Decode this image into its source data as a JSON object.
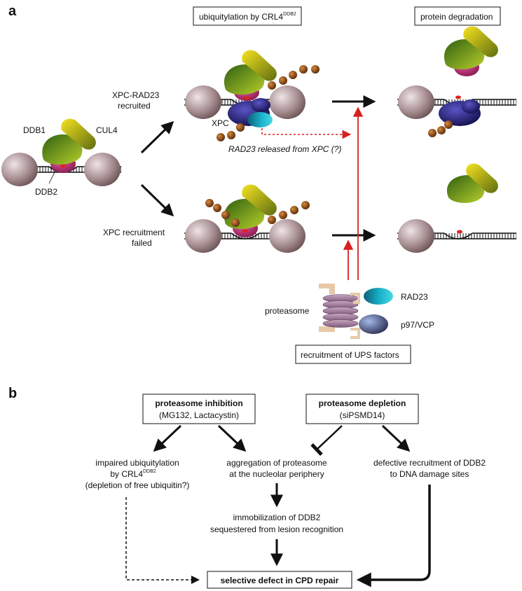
{
  "panel_a": {
    "letter": "a",
    "header_ubiquitylation": "ubiquitylation by CRL4",
    "header_ubiquitylation_sup": "DDB2",
    "header_degradation": "protein degradation",
    "label_ddb1": "DDB1",
    "label_cul4": "CUL4",
    "label_ddb2": "DDB2",
    "label_xpc_rad23_line1": "XPC-RAD23",
    "label_xpc_rad23_line2": "recruited",
    "label_xpc": "XPC",
    "label_rad23_released": "RAD23 released from XPC (?)",
    "label_xpc_failed_line1": "XPC recruitment",
    "label_xpc_failed_line2": "failed",
    "label_proteasome": "proteasome",
    "legend_rad23": "RAD23",
    "legend_p97": "p97/VCP",
    "label_recruitment_ups": "recruitment of UPS factors"
  },
  "panel_b": {
    "letter": "b",
    "inhibition_title": "proteasome inhibition",
    "inhibition_detail": "(MG132, Lactacystin)",
    "depletion_title": "proteasome depletion",
    "depletion_detail": "(siPSMD14)",
    "impaired_line1": "impaired ubiquitylation",
    "impaired_line2": "by CRL4",
    "impaired_line2_sup": "DDB2",
    "impaired_line3": "(depletion of free ubiquitin?)",
    "aggregation_line1": "aggregation of proteasome",
    "aggregation_line2": "at the nucleolar periphery",
    "defective_line1": "defective recruitment of DDB2",
    "defective_line2": "to DNA damage sites",
    "immobilization_line1": "immobilization of DDB2",
    "immobilization_line2": "sequestered from lesion recognition",
    "selective_defect": "selective defect in CPD repair"
  },
  "colors": {
    "histone": "#a08c8c",
    "ddb1": "#6f8e1e",
    "cul4": "#d8c21a",
    "ddb2": "#b0306a",
    "xpc": "#2a2580",
    "rad23": "#1a9fb5",
    "p97": "#5a6a9a",
    "ubiquitin": "#7a3a10",
    "red_arrow": "#d82020",
    "proteasome_cap": "#e7c9a9",
    "proteasome_core": "#b99ab4"
  }
}
